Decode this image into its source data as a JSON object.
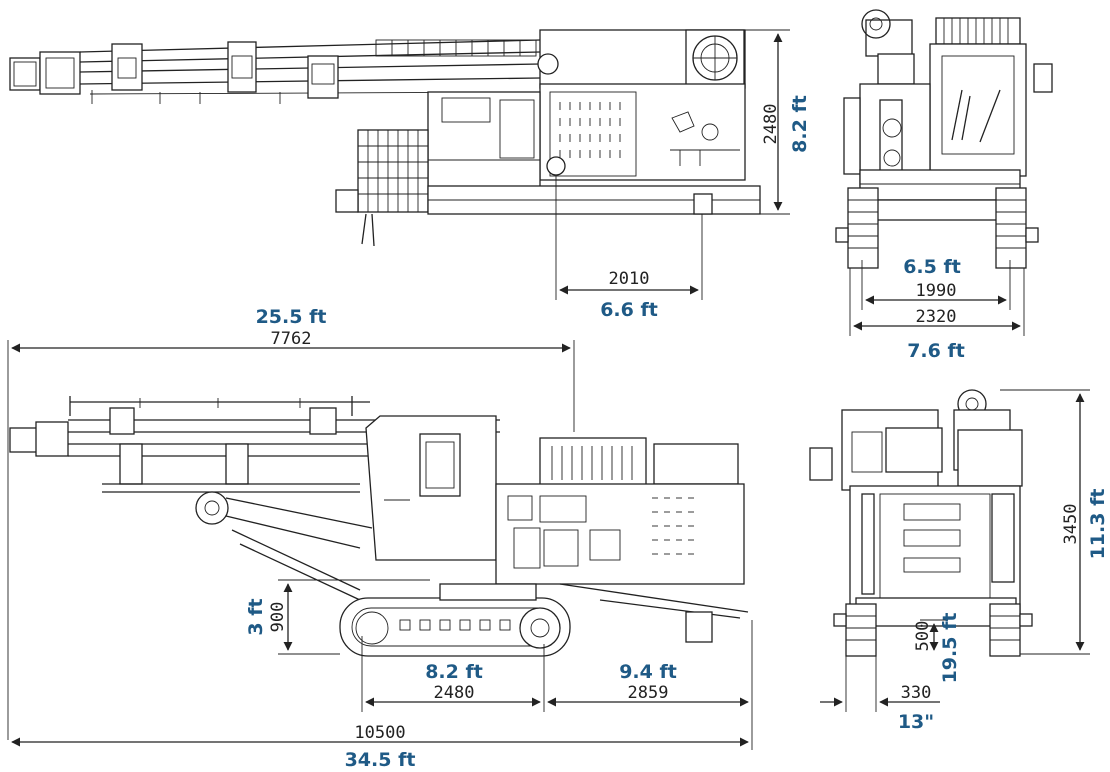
{
  "colors": {
    "accent": "#1f5a86",
    "ink": "#222222"
  },
  "top_side_view": {
    "height_mm": "2480",
    "height_ft": "8.2 ft",
    "offset_mm": "2010",
    "offset_ft": "6.6 ft"
  },
  "top_rear_view": {
    "track_gauge_ft": "6.5 ft",
    "track_gauge_mm": "1990",
    "width_mm": "2320",
    "width_ft": "7.6 ft"
  },
  "bottom_side_view": {
    "reach_ft": "25.5 ft",
    "reach_mm": "7762",
    "clearance_mm": "900",
    "clearance_ft": "3 ft",
    "track_length_ft": "8.2 ft",
    "track_length_mm": "2480",
    "rear_length_ft": "9.4 ft",
    "rear_length_mm": "2859",
    "total_length_mm": "10500",
    "total_length_ft": "34.5 ft"
  },
  "bottom_rear_view": {
    "height_mm": "3450",
    "height_ft": "11.3 ft",
    "ground_clearance_mm": "500",
    "ground_clearance_ft": "19.5 ft",
    "track_width_mm": "330",
    "track_width_ft": "13\""
  }
}
